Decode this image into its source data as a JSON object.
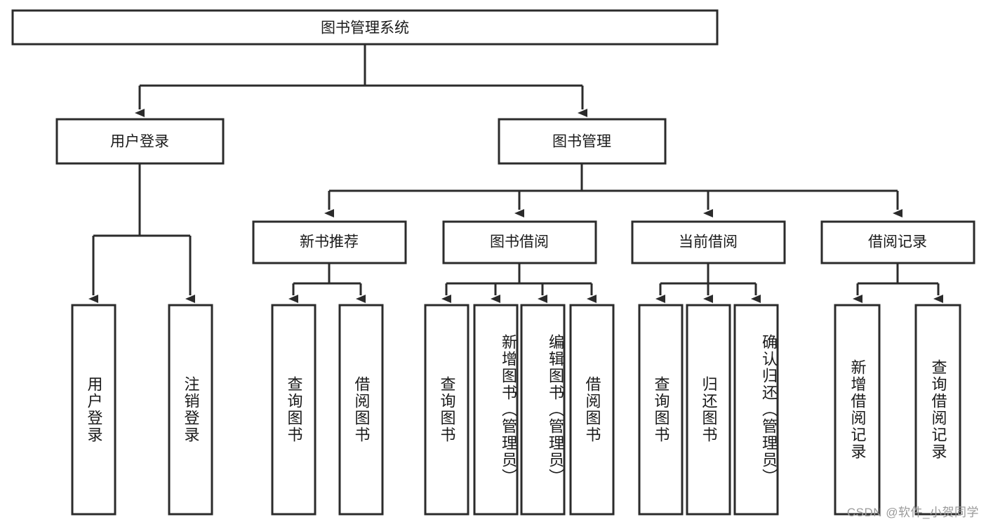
{
  "diagram": {
    "title": "图书管理系统",
    "watermark": "CSDN @软件_小贺同学",
    "colors": {
      "stroke": "#2b2b2b",
      "fill": "#ffffff",
      "text": "#1a1a1a",
      "watermark": "#9a9a9a"
    },
    "root": {
      "label": "图书管理系统"
    },
    "level2": [
      {
        "label": "用户登录"
      },
      {
        "label": "图书管理"
      }
    ],
    "level3": [
      {
        "label": "新书推荐"
      },
      {
        "label": "图书借阅"
      },
      {
        "label": "当前借阅"
      },
      {
        "label": "借阅记录"
      }
    ],
    "leaves": {
      "user_login": [
        {
          "label": "用户登录"
        },
        {
          "label": "注销登录"
        }
      ],
      "new_book": [
        {
          "label": "查询图书"
        },
        {
          "label": "借阅图书"
        }
      ],
      "book_borrow": [
        {
          "label": "查询图书"
        },
        {
          "label": "新增图书（管理员）"
        },
        {
          "label": "编辑图书（管理员）"
        },
        {
          "label": "借阅图书"
        }
      ],
      "current_borrow": [
        {
          "label": "查询图书"
        },
        {
          "label": "归还图书"
        },
        {
          "label": "确认归还（管理员）"
        }
      ],
      "borrow_record": [
        {
          "label": "新增借阅记录"
        },
        {
          "label": "查询借阅记录"
        }
      ]
    }
  }
}
